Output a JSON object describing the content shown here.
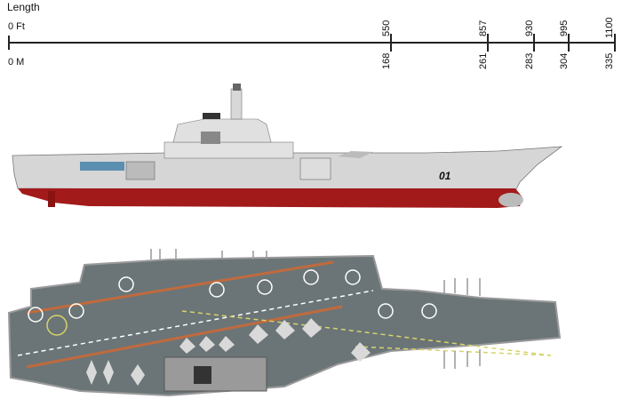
{
  "scale": {
    "title": "Length",
    "feet_origin": "0 Ft",
    "meters_origin": "0 M",
    "ticks": [
      {
        "ft": "550",
        "m": "168"
      },
      {
        "ft": "857",
        "m": "261"
      },
      {
        "ft": "930",
        "m": "283"
      },
      {
        "ft": "995",
        "m": "304"
      },
      {
        "ft": "1100",
        "m": "335"
      }
    ]
  },
  "side_view": {
    "hull_number": "01",
    "hull_color": "#c8c8c8",
    "underwater_color": "#a31a1a"
  },
  "top_view": {
    "deck_color": "#6b7577",
    "landing_line_color": "#c06a3e",
    "centerline_color": "#d8d36a"
  }
}
